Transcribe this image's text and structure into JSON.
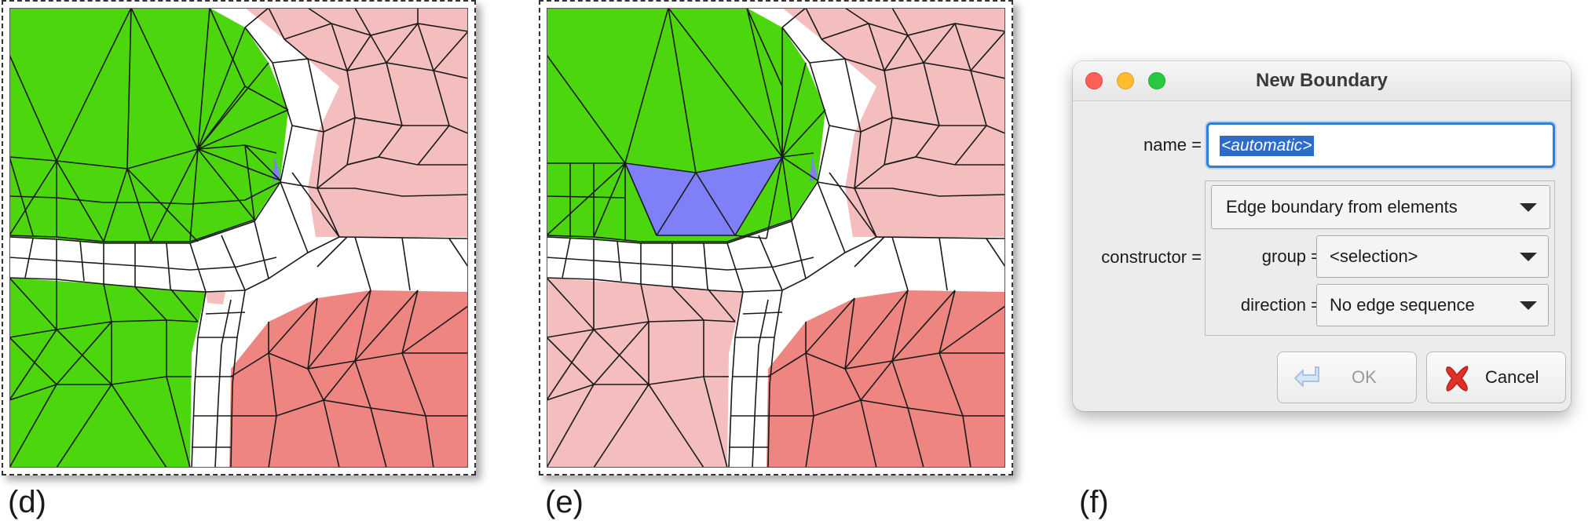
{
  "captions": {
    "d": "(d)",
    "e": "(e)",
    "f": "(f)"
  },
  "colors": {
    "green_region": "#4cd60e",
    "light_red_region": "#f3bebd",
    "dark_red_region": "#ef8580",
    "selected_blue": "#7f80f7",
    "mesh_line": "#1a1a1a",
    "focus_blue": "#2f7fd8"
  },
  "dialog": {
    "title": "New Boundary",
    "name_label": "name =",
    "name_value": "<automatic>",
    "constructor_label": "constructor =",
    "constructor_value": "Edge boundary from elements",
    "group_label": "group =",
    "group_value": "<selection>",
    "direction_label": "direction =",
    "direction_value": "No edge sequence",
    "ok_label": "OK",
    "ok_icon": "enter-arrow-icon",
    "cancel_label": "Cancel",
    "cancel_icon": "red-x-icon"
  }
}
